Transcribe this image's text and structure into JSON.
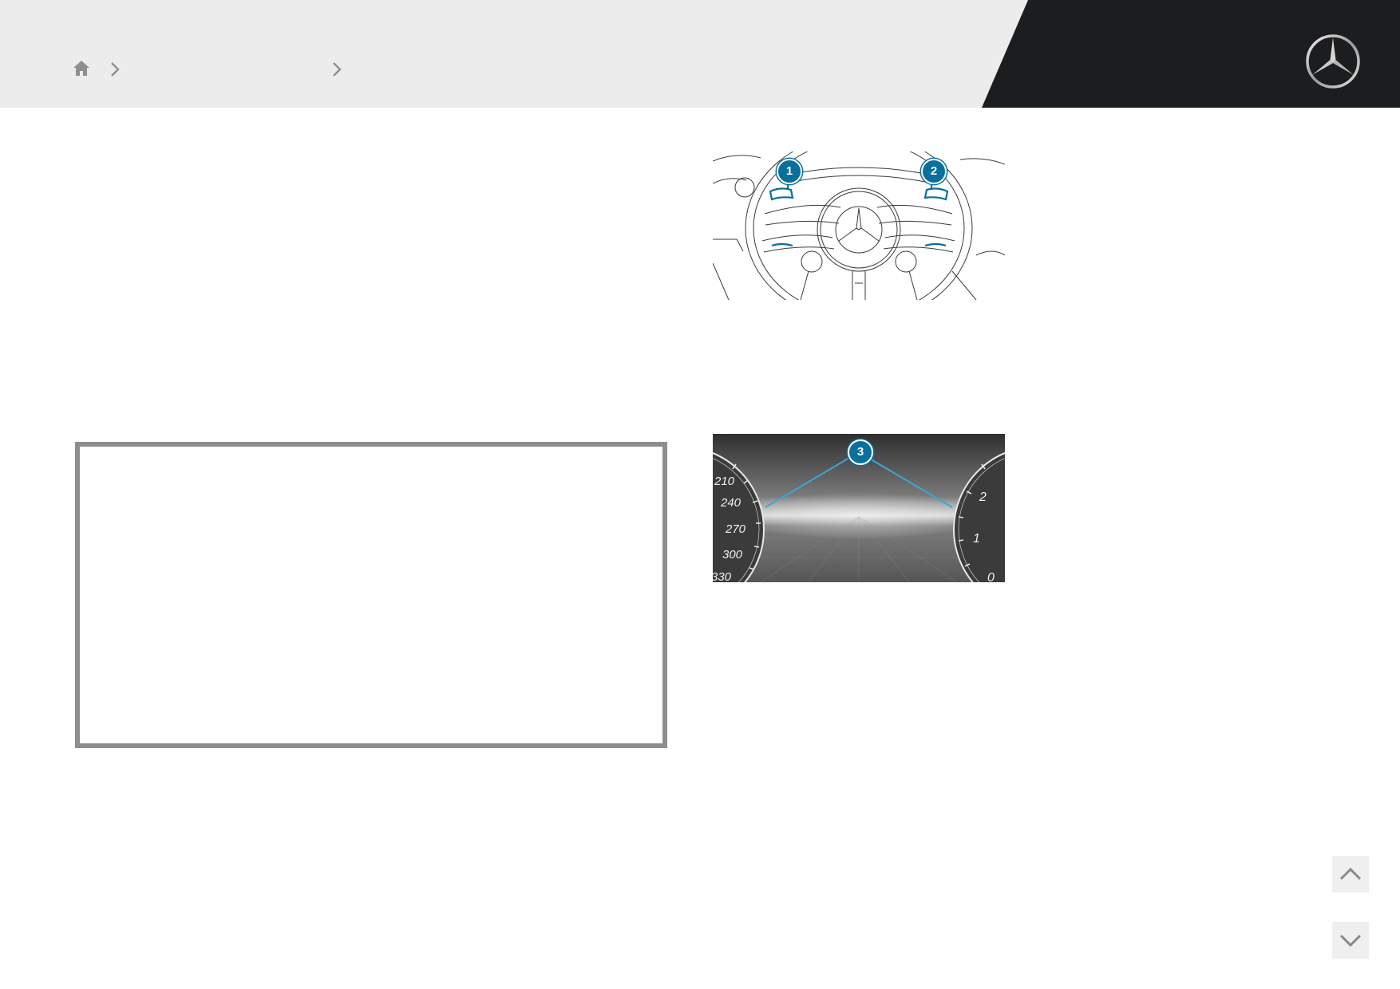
{
  "header": {
    "breadcrumb": {
      "home_icon": "home-icon",
      "separator_icon": "chevron-right-icon",
      "items": [
        "",
        ""
      ]
    },
    "logo_icon": "three-pointed-star-icon"
  },
  "figures": {
    "steering_wheel": {
      "icon": "steering-wheel-paddles-illustration",
      "callouts": [
        "1",
        "2"
      ]
    },
    "instrument_cluster": {
      "icon": "instrument-cluster-illustration",
      "callouts": [
        "3"
      ],
      "speed_ticks": [
        "210",
        "240",
        "270",
        "300",
        "330"
      ],
      "rpm_ticks": [
        "2",
        "1",
        "0"
      ]
    }
  },
  "navigation": {
    "up_icon": "chevron-up-icon",
    "down_icon": "chevron-down-icon"
  },
  "colors": {
    "header_bg": "#ececec",
    "header_dark": "#1c1d1f",
    "accent": "#0a6f9a",
    "box_border": "#8d8d8d"
  }
}
